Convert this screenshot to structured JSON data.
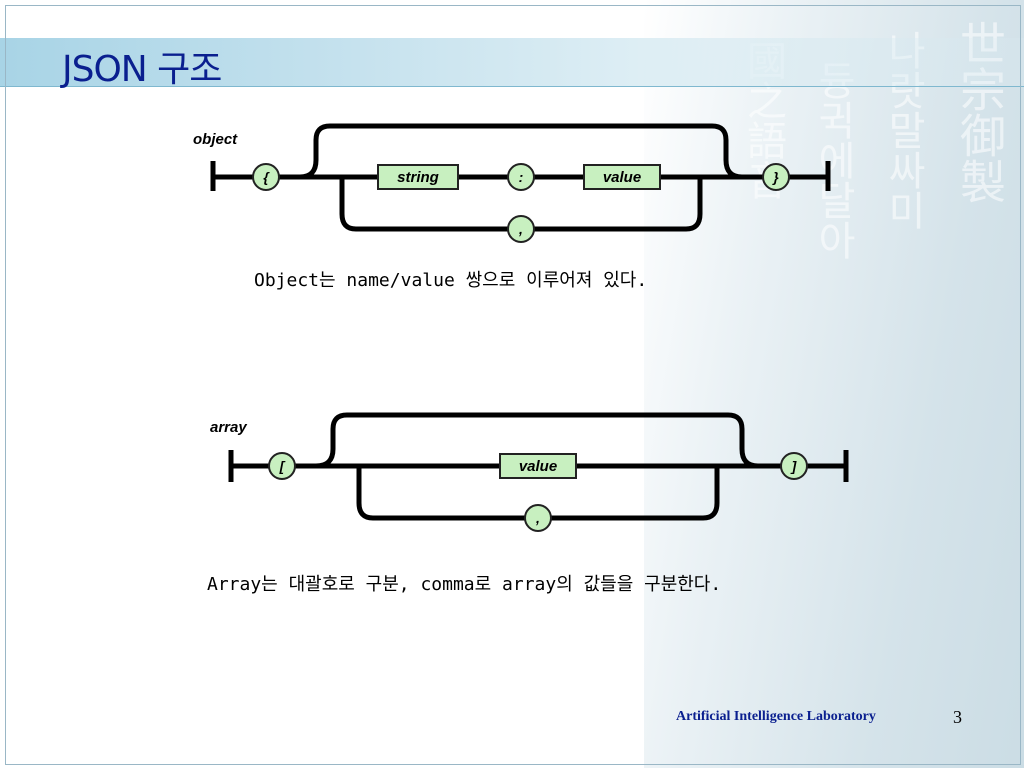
{
  "slide": {
    "title": "JSON 구조",
    "footer": "Artificial Intelligence Laboratory",
    "page_number": "3"
  },
  "object_diagram": {
    "label": "object",
    "open_brace": "{",
    "string_token": "string",
    "colon_token": ":",
    "value_token": "value",
    "comma_token": ",",
    "close_brace": "}",
    "caption": "Object는 name/value 쌍으로 이루어져 있다."
  },
  "array_diagram": {
    "label": "array",
    "open_bracket": "[",
    "value_token": "value",
    "comma_token": ",",
    "close_bracket": "]",
    "caption": "Array는 대괄호로 구분, comma로 array의 값들을 구분한다."
  },
  "colors": {
    "title_text": "#0a1f8f",
    "token_fill": "#c8f0c0",
    "token_stroke": "#222222",
    "line": "#000000"
  }
}
